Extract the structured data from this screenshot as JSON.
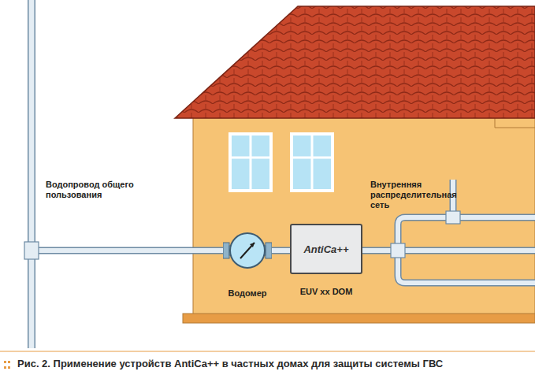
{
  "diagram": {
    "caption": "Рис. 2. Применение устройств AntiCa++ в частных домах для защиты системы ГВС",
    "nodes": [
      {
        "text": [
          "Водомер"
        ]
      },
      {
        "text": [
          "AntiCa++",
          "EUV xx DOM"
        ]
      }
    ],
    "edges": [
      {
        "from": 0,
        "to": 1,
        "arrow": "none"
      }
    ],
    "labels": [
      "Водопровод общего пользования",
      "Внутренняя распределительная сеть"
    ]
  }
}
